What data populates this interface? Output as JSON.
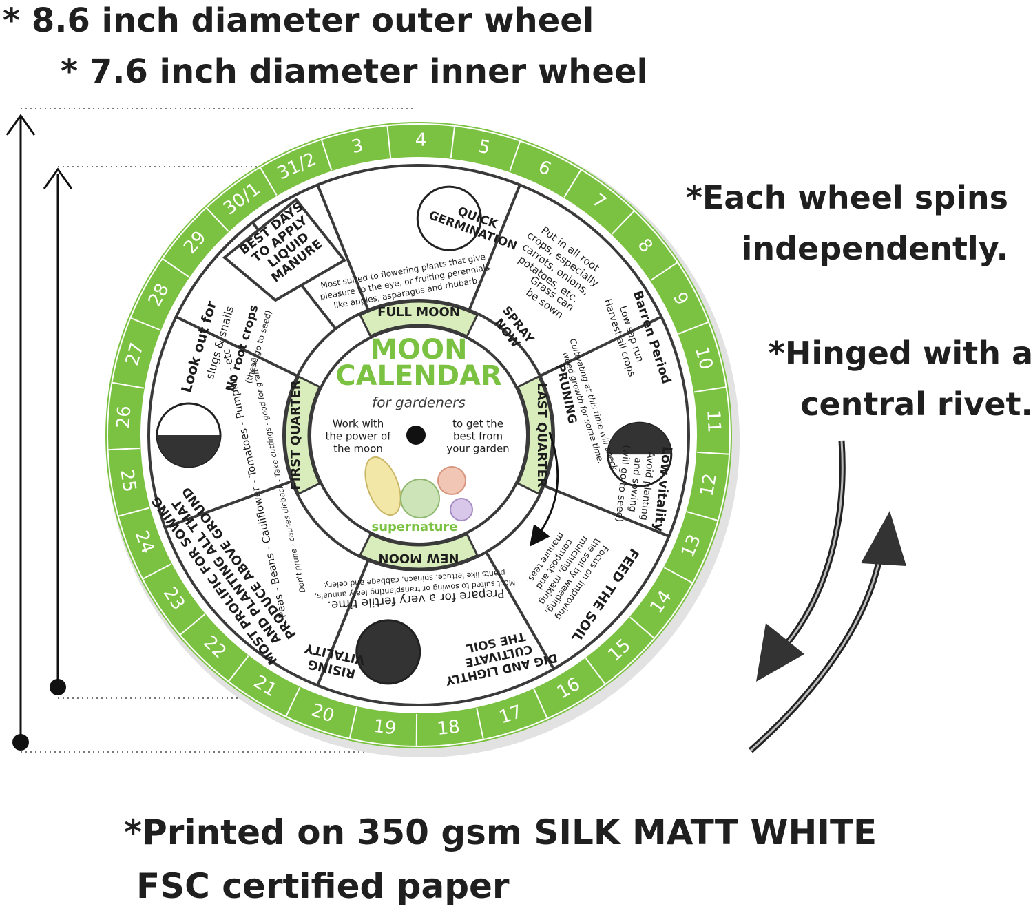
{
  "headlines": {
    "outer": "* 8.6 inch diameter outer wheel",
    "inner": "* 7.6 inch diameter inner wheel"
  },
  "side_notes": {
    "spin_1": "*Each wheel spins",
    "spin_2": "independently.",
    "hinge_1": "*Hinged with a",
    "hinge_2": "central rivet."
  },
  "bottom_note": {
    "line1": "*Printed on 350 gsm SILK MATT WHITE",
    "line2": "FSC certified paper"
  },
  "colors": {
    "green": "#7cc242",
    "light_green": "#d9ecbb",
    "dark": "#3a3a3a",
    "moon_fill": "#333333"
  },
  "days": [
    "3",
    "4",
    "5",
    "6",
    "7",
    "8",
    "9",
    "10",
    "11",
    "12",
    "13",
    "14",
    "15",
    "16",
    "17",
    "18",
    "19",
    "20",
    "21",
    "22",
    "23",
    "24",
    "25",
    "26",
    "27",
    "28",
    "29",
    "30/1",
    "31/2"
  ],
  "center": {
    "title1": "MOON",
    "title2": "CALENDAR",
    "subtitle": "for gardeners",
    "left_text": [
      "Work with",
      "the power of",
      "the moon"
    ],
    "right_text": [
      "to get the",
      "best from",
      "your garden"
    ],
    "brand": "supernature"
  },
  "phases": {
    "full": "FULL MOON",
    "last": "LAST QUARTER",
    "new": "NEW MOON",
    "first": "FIRST QUARTER"
  },
  "sections": {
    "liquid_manure": [
      "BEST DAYS",
      "TO APPLY",
      "LIQUID",
      "MANURE"
    ],
    "quick_germination": [
      "QUICK",
      "GERMINATION"
    ],
    "full_moon_text": [
      "Most suited to flowering plants that give",
      "pleasure to the eye, or fruiting perennials",
      "like apples, asparagus and rhubarb."
    ],
    "root_crops": [
      "Put in all root",
      "crops, especially",
      "carrots, onions,",
      "potatoes, etc."
    ],
    "grass": [
      "Grass can",
      "be sown"
    ],
    "spray": [
      "SPRAY",
      "NOW"
    ],
    "barren": [
      "Barren Period"
    ],
    "barren_sub": [
      "Low sap run",
      "Harvest all crops"
    ],
    "cultivating": [
      "Cultivating at this time will check",
      "weed growth for some time."
    ],
    "pruning": "PRUNING",
    "low_vitality": "Low vitality",
    "low_vitality_sub": [
      "Avoid planting",
      "and sowing",
      "(will go to seed)"
    ],
    "feed_soil": "FEED THE SOIL",
    "feed_soil_text": [
      "Focus on improving",
      "the soil by weeding,",
      "mulching, making",
      "compost and",
      "manure teas."
    ],
    "new_moon_text": [
      "Most suited to sowing or transplanting leafy annuals,",
      "plants like lettuce, spinach, cabbage and celery."
    ],
    "fertile": "Prepare for a very fertile time.",
    "dig": [
      "DIG AND LIGHTLY",
      "CULTIVATE",
      "THE SOIL"
    ],
    "rising": [
      "RISING",
      "VITALITY"
    ],
    "prolific": [
      "MOST PROLIFIC FOR SOWING",
      "AND PLANTING ALL THAT",
      "PRODUCE ABOVE GROUND"
    ],
    "peas": "Peas - Beans - Cauliflower - Tomatoes - Pumpkin - etc",
    "prune_note": "Don't prune - causes dieback - Take cuttings - good for grafting",
    "lookout": "Look out for",
    "lookout_sub": "slugs & snails",
    "no_root": "No root crops",
    "no_root_sub": "(these go to seed)"
  }
}
